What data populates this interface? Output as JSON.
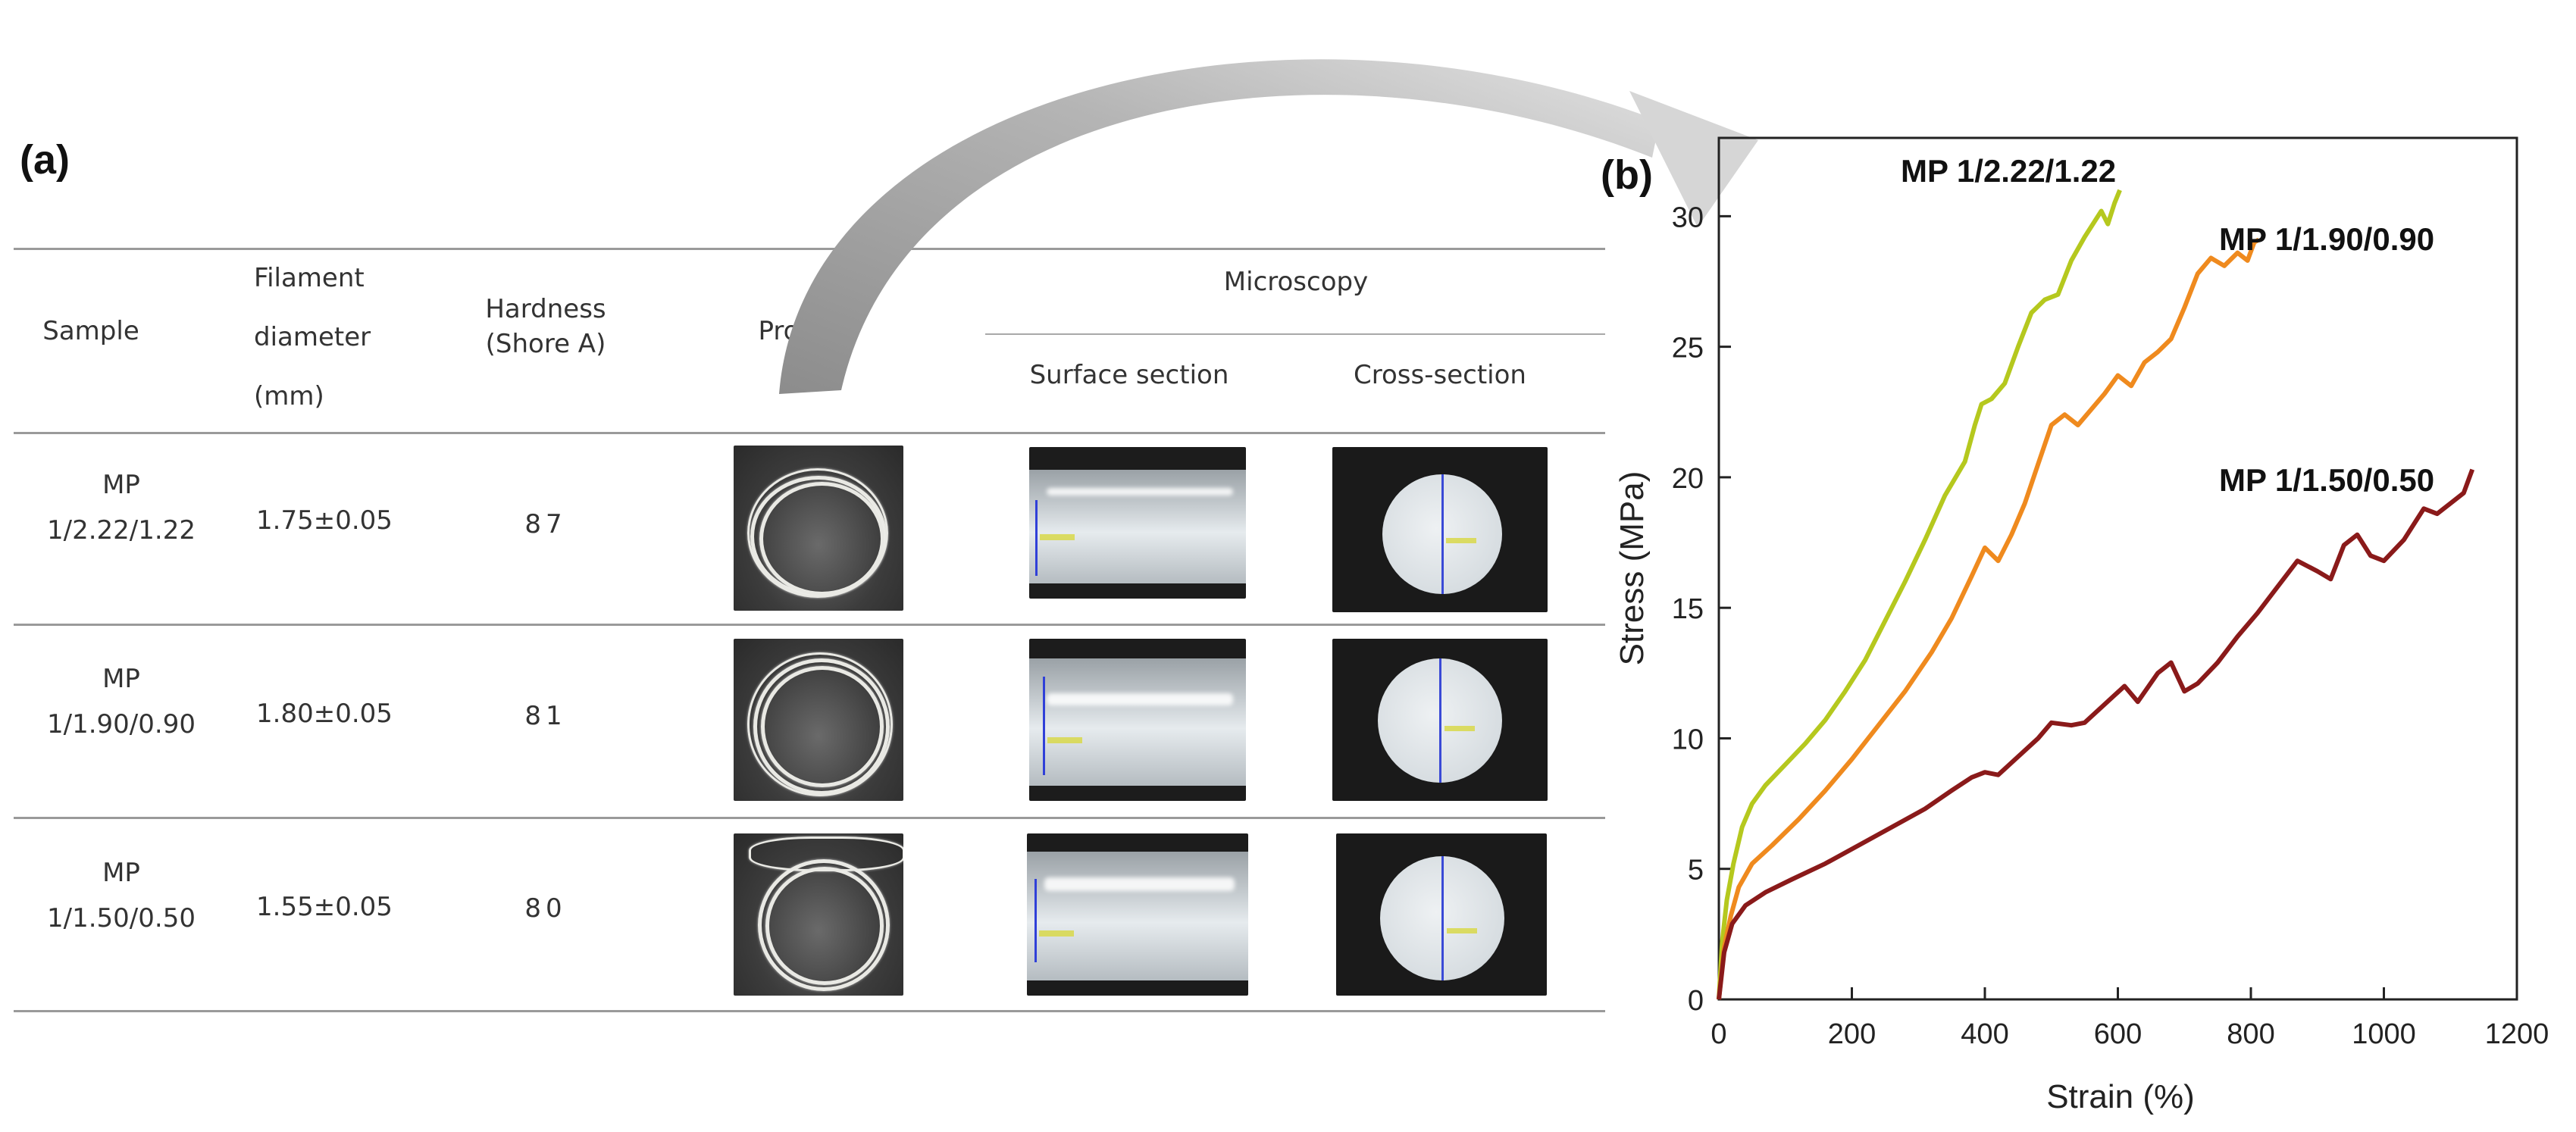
{
  "panel_a": {
    "label": "(a)",
    "headers": {
      "sample": "Sample",
      "filament_diameter": [
        "Filament",
        "diameter",
        "(mm)"
      ],
      "hardness": [
        "Hardness",
        "(Shore A)"
      ],
      "product": "Product",
      "microscopy": "Microscopy",
      "surface_section": "Surface section",
      "cross_section": "Cross-section"
    },
    "rows": [
      {
        "sample": [
          "MP",
          "1/2.22/1.22"
        ],
        "diameter": "1.75±0.05",
        "hardness": "87"
      },
      {
        "sample": [
          "MP",
          "1/1.90/0.90"
        ],
        "diameter": "1.80±0.05",
        "hardness": "81"
      },
      {
        "sample": [
          "MP",
          "1/1.50/0.50"
        ],
        "diameter": "1.55±0.05",
        "hardness": "80"
      }
    ]
  },
  "panel_b": {
    "label": "(b)",
    "chart_data": {
      "type": "line",
      "xlabel": "Strain (%)",
      "ylabel": "Stress (MPa)",
      "xlim": [
        0,
        1200
      ],
      "ylim": [
        0,
        33
      ],
      "xticks": [
        0,
        200,
        400,
        600,
        800,
        1000,
        1200
      ],
      "yticks": [
        0,
        5,
        10,
        15,
        20,
        25,
        30
      ],
      "grid": false,
      "series": [
        {
          "name": "MP 1/2.22/1.22",
          "color": "#b5c81e",
          "points": [
            [
              0,
              0
            ],
            [
              5,
              2.2
            ],
            [
              12,
              3.8
            ],
            [
              22,
              5.2
            ],
            [
              35,
              6.6
            ],
            [
              50,
              7.5
            ],
            [
              70,
              8.2
            ],
            [
              100,
              9.0
            ],
            [
              130,
              9.8
            ],
            [
              160,
              10.7
            ],
            [
              190,
              11.8
            ],
            [
              220,
              13.0
            ],
            [
              250,
              14.5
            ],
            [
              280,
              16.0
            ],
            [
              310,
              17.6
            ],
            [
              340,
              19.3
            ],
            [
              370,
              20.6
            ],
            [
              385,
              22.0
            ],
            [
              395,
              22.8
            ],
            [
              410,
              23.0
            ],
            [
              430,
              23.6
            ],
            [
              450,
              25.0
            ],
            [
              470,
              26.3
            ],
            [
              490,
              26.8
            ],
            [
              510,
              27.0
            ],
            [
              530,
              28.3
            ],
            [
              550,
              29.2
            ],
            [
              565,
              29.8
            ],
            [
              575,
              30.2
            ],
            [
              585,
              29.7
            ],
            [
              595,
              30.5
            ],
            [
              603,
              31.0
            ]
          ]
        },
        {
          "name": "MP 1/1.90/0.90",
          "color": "#ef8a1e",
          "points": [
            [
              0,
              0
            ],
            [
              8,
              2.0
            ],
            [
              18,
              3.2
            ],
            [
              30,
              4.3
            ],
            [
              50,
              5.2
            ],
            [
              80,
              5.9
            ],
            [
              120,
              6.9
            ],
            [
              160,
              8.0
            ],
            [
              200,
              9.2
            ],
            [
              240,
              10.5
            ],
            [
              280,
              11.8
            ],
            [
              320,
              13.3
            ],
            [
              350,
              14.6
            ],
            [
              380,
              16.2
            ],
            [
              400,
              17.3
            ],
            [
              420,
              16.8
            ],
            [
              440,
              17.8
            ],
            [
              460,
              19.0
            ],
            [
              480,
              20.5
            ],
            [
              500,
              22.0
            ],
            [
              520,
              22.4
            ],
            [
              540,
              22.0
            ],
            [
              560,
              22.6
            ],
            [
              580,
              23.2
            ],
            [
              600,
              23.9
            ],
            [
              620,
              23.5
            ],
            [
              640,
              24.4
            ],
            [
              660,
              24.8
            ],
            [
              680,
              25.3
            ],
            [
              700,
              26.5
            ],
            [
              720,
              27.8
            ],
            [
              740,
              28.4
            ],
            [
              760,
              28.1
            ],
            [
              780,
              28.6
            ],
            [
              795,
              28.3
            ],
            [
              805,
              29.0
            ],
            [
              812,
              29.1
            ]
          ]
        },
        {
          "name": "MP 1/1.50/0.50",
          "color": "#8a1a1a",
          "points": [
            [
              0,
              0
            ],
            [
              8,
              1.8
            ],
            [
              20,
              2.9
            ],
            [
              40,
              3.6
            ],
            [
              70,
              4.1
            ],
            [
              110,
              4.6
            ],
            [
              160,
              5.2
            ],
            [
              210,
              5.9
            ],
            [
              260,
              6.6
            ],
            [
              310,
              7.3
            ],
            [
              350,
              8.0
            ],
            [
              380,
              8.5
            ],
            [
              400,
              8.7
            ],
            [
              420,
              8.6
            ],
            [
              450,
              9.3
            ],
            [
              480,
              10.0
            ],
            [
              500,
              10.6
            ],
            [
              530,
              10.5
            ],
            [
              550,
              10.6
            ],
            [
              580,
              11.3
            ],
            [
              610,
              12.0
            ],
            [
              630,
              11.4
            ],
            [
              660,
              12.5
            ],
            [
              680,
              12.9
            ],
            [
              700,
              11.8
            ],
            [
              720,
              12.1
            ],
            [
              750,
              12.9
            ],
            [
              780,
              13.9
            ],
            [
              810,
              14.8
            ],
            [
              840,
              15.8
            ],
            [
              870,
              16.8
            ],
            [
              900,
              16.4
            ],
            [
              920,
              16.1
            ],
            [
              940,
              17.4
            ],
            [
              960,
              17.8
            ],
            [
              980,
              17.0
            ],
            [
              1000,
              16.8
            ],
            [
              1030,
              17.6
            ],
            [
              1060,
              18.8
            ],
            [
              1080,
              18.6
            ],
            [
              1100,
              19.0
            ],
            [
              1120,
              19.4
            ],
            [
              1133,
              20.3
            ]
          ]
        }
      ]
    }
  }
}
